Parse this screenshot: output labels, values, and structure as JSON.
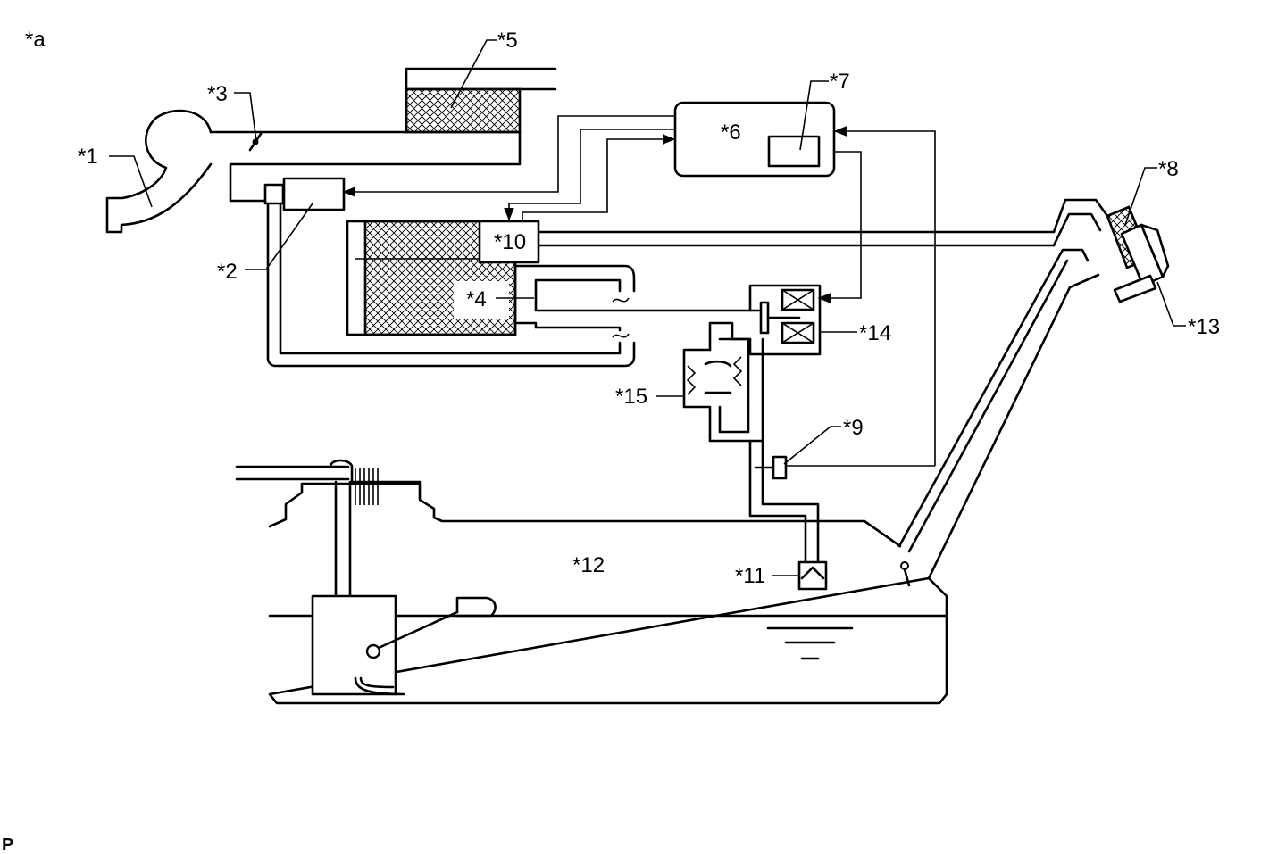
{
  "corner_label": "*a",
  "footer_code": "P",
  "callouts": {
    "c1": "*1",
    "c2": "*2",
    "c3": "*3",
    "c4": "*4",
    "c5": "*5",
    "c6": "*6",
    "c7": "*7",
    "c8": "*8",
    "c9": "*9",
    "c10": "*10",
    "c11": "*11",
    "c12": "*12",
    "c13": "*13",
    "c14": "*14",
    "c15": "*15"
  }
}
